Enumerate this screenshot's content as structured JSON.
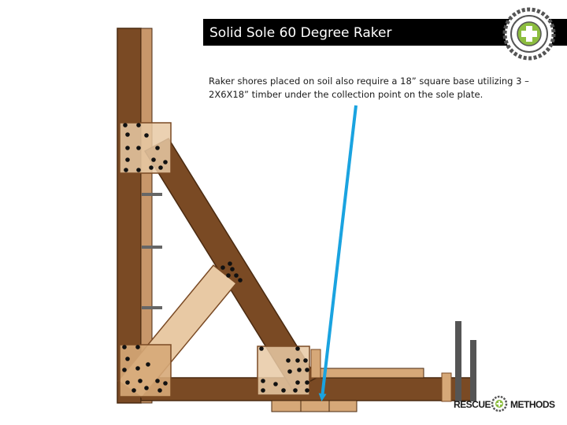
{
  "title": "Solid Sole 60 Degree Raker",
  "caption": "Raker shores placed on soil also require a 18” square base utilizing 3 – 2X6X18” timber under the collection point on the sole plate.",
  "footer_logo": {
    "word_left": "RESCUE",
    "word_right": "METHODS"
  },
  "colors": {
    "timber_dark": "#7a4a24",
    "timber_light": "#e8c9a4",
    "cleat": "#d6a878",
    "arrow": "#1aa3e0",
    "wedge": "#666666"
  }
}
